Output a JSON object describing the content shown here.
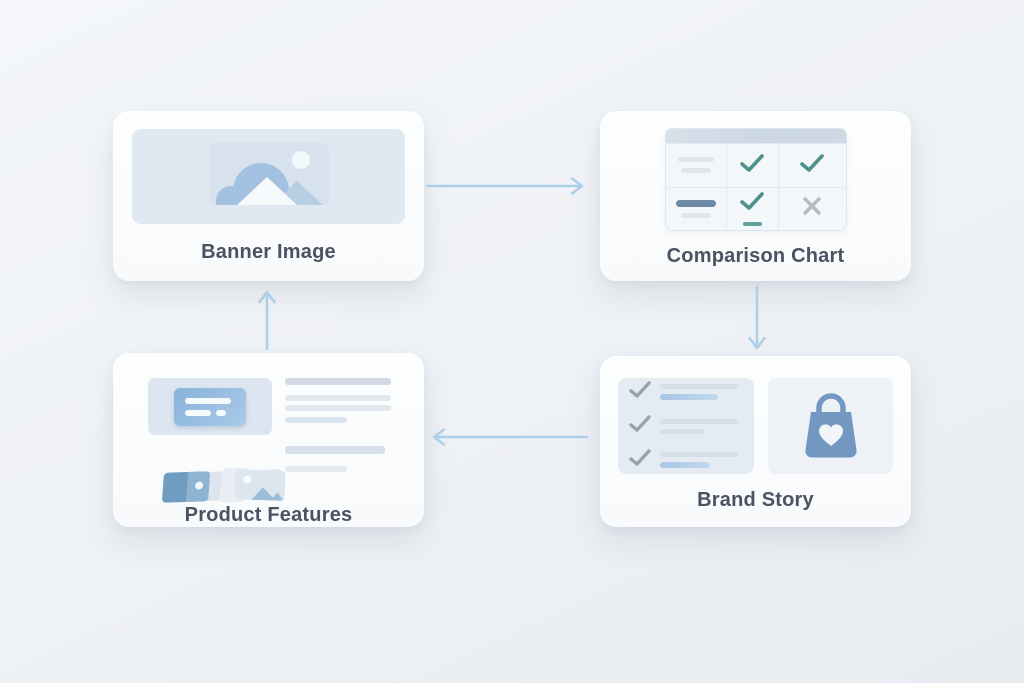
{
  "diagram": {
    "nodes": [
      {
        "id": "banner-image",
        "label": "Banner Image",
        "icons": [
          "image-placeholder-icon"
        ]
      },
      {
        "id": "comparison-chart",
        "label": "Comparison Chart",
        "icons": [
          "comparison-table-icon",
          "check-icon",
          "cross-icon"
        ]
      },
      {
        "id": "brand-story",
        "label": "Brand Story",
        "icons": [
          "checklist-icon",
          "shopping-bag-heart-icon"
        ]
      },
      {
        "id": "product-features",
        "label": "Product Features",
        "icons": [
          "feature-card-icon",
          "product-thumbnails-icon",
          "text-lines-icon"
        ]
      }
    ],
    "edges": [
      {
        "from": "banner-image",
        "to": "comparison-chart",
        "direction": "right"
      },
      {
        "from": "comparison-chart",
        "to": "brand-story",
        "direction": "down"
      },
      {
        "from": "brand-story",
        "to": "product-features",
        "direction": "left"
      },
      {
        "from": "product-features",
        "to": "banner-image",
        "direction": "up"
      }
    ],
    "colors": {
      "background": "#eef1f5",
      "card_background": "#fbfcfd",
      "label_text": "#4a5361",
      "arrow": "#aecfe8",
      "accent_blue": "#7fa9d3",
      "check_teal": "#4d918d",
      "cross_gray": "#b5bbc5"
    }
  }
}
